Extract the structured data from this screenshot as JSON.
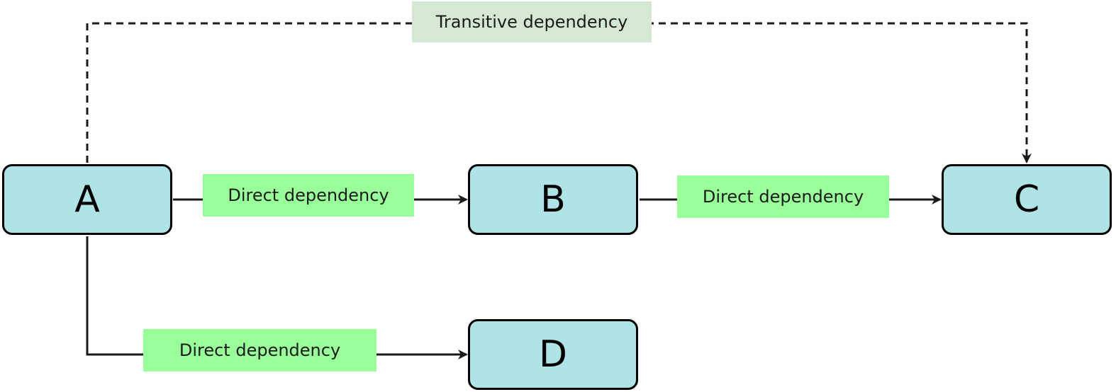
{
  "nodes": {
    "a": "A",
    "b": "B",
    "c": "C",
    "d": "D"
  },
  "edges": {
    "a_to_b": "Direct dependency",
    "b_to_c": "Direct dependency",
    "a_to_d": "Direct dependency",
    "a_to_c_transitive": "Transitive dependency"
  },
  "colors": {
    "node_fill": "#b0e3e6",
    "direct_label_fill": "#99ff99",
    "transitive_label_fill": "#d5e8d4",
    "stroke": "#1a1a1a"
  }
}
